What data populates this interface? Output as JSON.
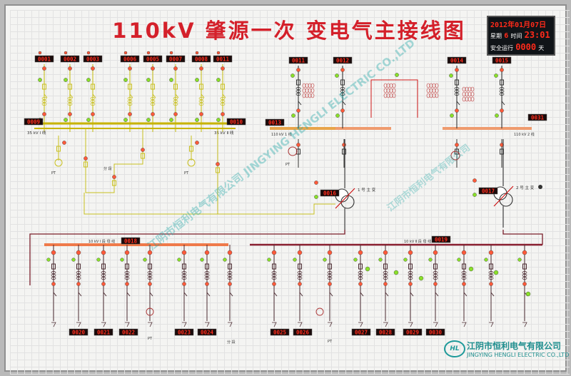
{
  "title": "110kV 肇源一次 变电气主接线图",
  "clock": {
    "date": "2012年01月07日",
    "weekday_label": "星期",
    "weekday": "6",
    "time_label": "时间",
    "time": "23:01",
    "safety_label": "安全运行",
    "safety_days": "0000",
    "safety_unit": "天"
  },
  "watermark": "江阴市恒利电气有限公司 JINGYING HENGLI ELECTRIC CO.,LTD",
  "logo": {
    "mark": "HL",
    "company_cn": "江阴市恒利电气有限公司",
    "company_en": "JINGYING HENGLI ELECTRIC CO.,LTD"
  },
  "colors": {
    "display_bg": "#1a0b0b",
    "display_text": "#ff2d1d",
    "bus_35kv": "#c8b400",
    "bus_110kv": "#d01818",
    "bus_10kv": "#7a1e2a",
    "wire_yellow": "#c9c020",
    "wire_dark": "#4a3a3a",
    "lamp_green": "#8ae02a",
    "lamp_red": "#ff5a3a",
    "title": "#d4202a"
  },
  "icons": [
    "breaker-icon",
    "disconnector-icon",
    "transformer-icon",
    "ground-icon",
    "lamp-icon",
    "ct-icon"
  ],
  "diagram": {
    "top_counters": [
      "0001",
      "0002",
      "0003",
      "0006",
      "0005",
      "0007",
      "0008",
      "0011",
      "0012",
      "0014",
      "0015"
    ],
    "side_counters": [
      "0009",
      "0010",
      "0013",
      "0031"
    ],
    "transformer_counters": [
      "0016",
      "0017"
    ],
    "bus_counters": [
      "0018",
      "0019"
    ],
    "bottom_counters": [
      "0020",
      "0021",
      "0022",
      "0023",
      "0024",
      "0025",
      "0026",
      "0027",
      "0028",
      "0029",
      "0030"
    ],
    "bus_labels": {
      "bus35_left": "35 kV Ⅰ 线",
      "bus35_right": "35 kV Ⅱ 线",
      "bus110_left": "110 kV 1 线",
      "bus110_right": "110 kV 2 线",
      "bus10_left": "10 kV Ⅰ 段 母 线",
      "bus10_right": "10 kV Ⅱ 段 母 线",
      "tx1": "1 号 主 变",
      "tx2": "2 号 主 变",
      "label_fen1": "分 段",
      "label_fen2": "分 段",
      "label_pt1": "PT",
      "label_pt2": "PT"
    }
  }
}
